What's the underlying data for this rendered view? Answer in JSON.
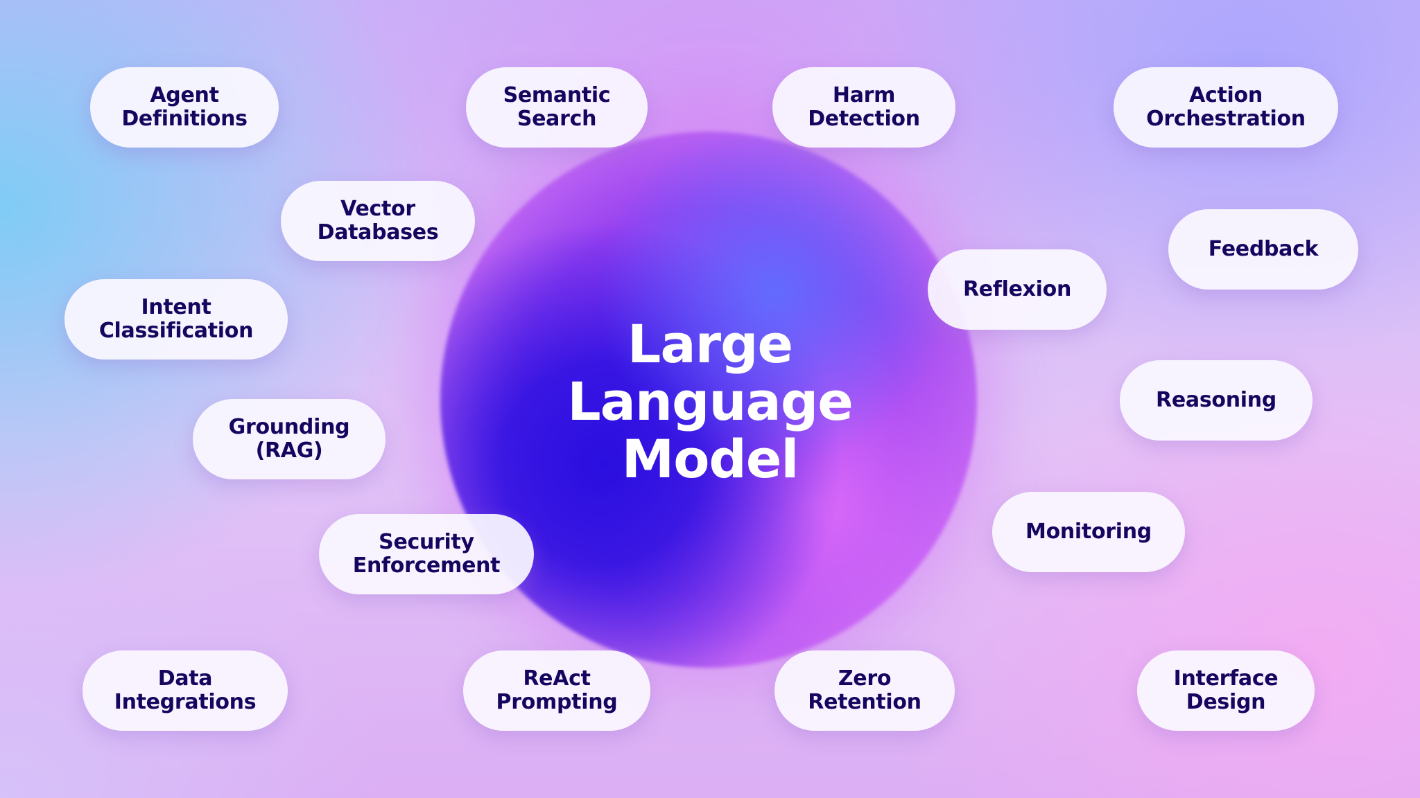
{
  "center": {
    "title_lines": [
      "Large",
      "Language",
      "Model"
    ]
  },
  "nodes": [
    {
      "id": "agent-definitions",
      "lines": [
        "Agent",
        "Definitions"
      ]
    },
    {
      "id": "semantic-search",
      "lines": [
        "Semantic",
        "Search"
      ]
    },
    {
      "id": "harm-detection",
      "lines": [
        "Harm",
        "Detection"
      ]
    },
    {
      "id": "action-orchestration",
      "lines": [
        "Action",
        "Orchestration"
      ]
    },
    {
      "id": "vector-databases",
      "lines": [
        "Vector",
        "Databases"
      ]
    },
    {
      "id": "feedback",
      "lines": [
        "Feedback"
      ]
    },
    {
      "id": "reflexion",
      "lines": [
        "Reflexion"
      ]
    },
    {
      "id": "intent-classification",
      "lines": [
        "Intent",
        "Classification"
      ]
    },
    {
      "id": "reasoning",
      "lines": [
        "Reasoning"
      ]
    },
    {
      "id": "grounding-rag",
      "lines": [
        "Grounding",
        "(RAG)"
      ]
    },
    {
      "id": "monitoring",
      "lines": [
        "Monitoring"
      ]
    },
    {
      "id": "security-enforcement",
      "lines": [
        "Security",
        "Enforcement"
      ]
    },
    {
      "id": "data-integrations",
      "lines": [
        "Data",
        "Integrations"
      ]
    },
    {
      "id": "react-prompting",
      "lines": [
        "ReAct",
        "Prompting"
      ]
    },
    {
      "id": "zero-retention",
      "lines": [
        "Zero",
        "Retention"
      ]
    },
    {
      "id": "interface-design",
      "lines": [
        "Interface",
        "Design"
      ]
    }
  ]
}
